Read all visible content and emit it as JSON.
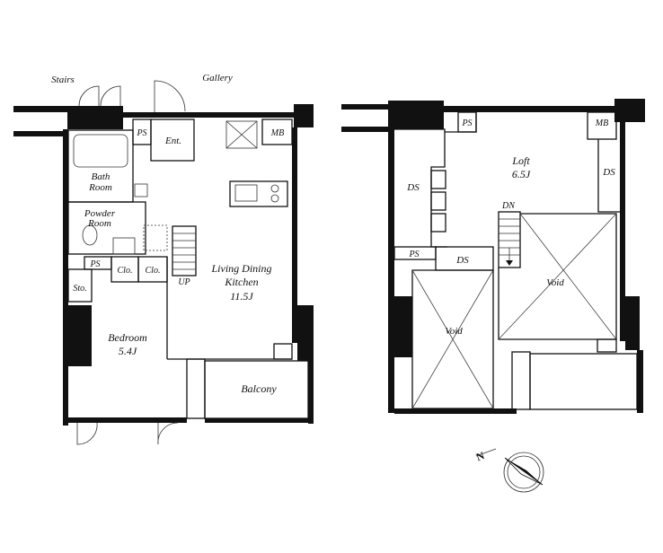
{
  "labels": {
    "stairs": "Stairs",
    "gallery": "Gallery",
    "ps": "PS",
    "ent": "Ent.",
    "mb": "MB",
    "bath_line1": "Bath",
    "bath_line2": "Room",
    "powder_line1": "Powder",
    "powder_line2": "Room",
    "clo": "Clo.",
    "sto": "Sto.",
    "up": "UP",
    "ldk_line1": "Living Dining",
    "ldk_line2": "Kitchen",
    "ldk_size": "11.5J",
    "bedroom": "Bedroom",
    "bedroom_size": "5.4J",
    "balcony": "Balcony",
    "ds": "DS",
    "loft": "Loft",
    "loft_size": "6.5J",
    "dn": "DN",
    "void": "Void",
    "north": "N"
  }
}
